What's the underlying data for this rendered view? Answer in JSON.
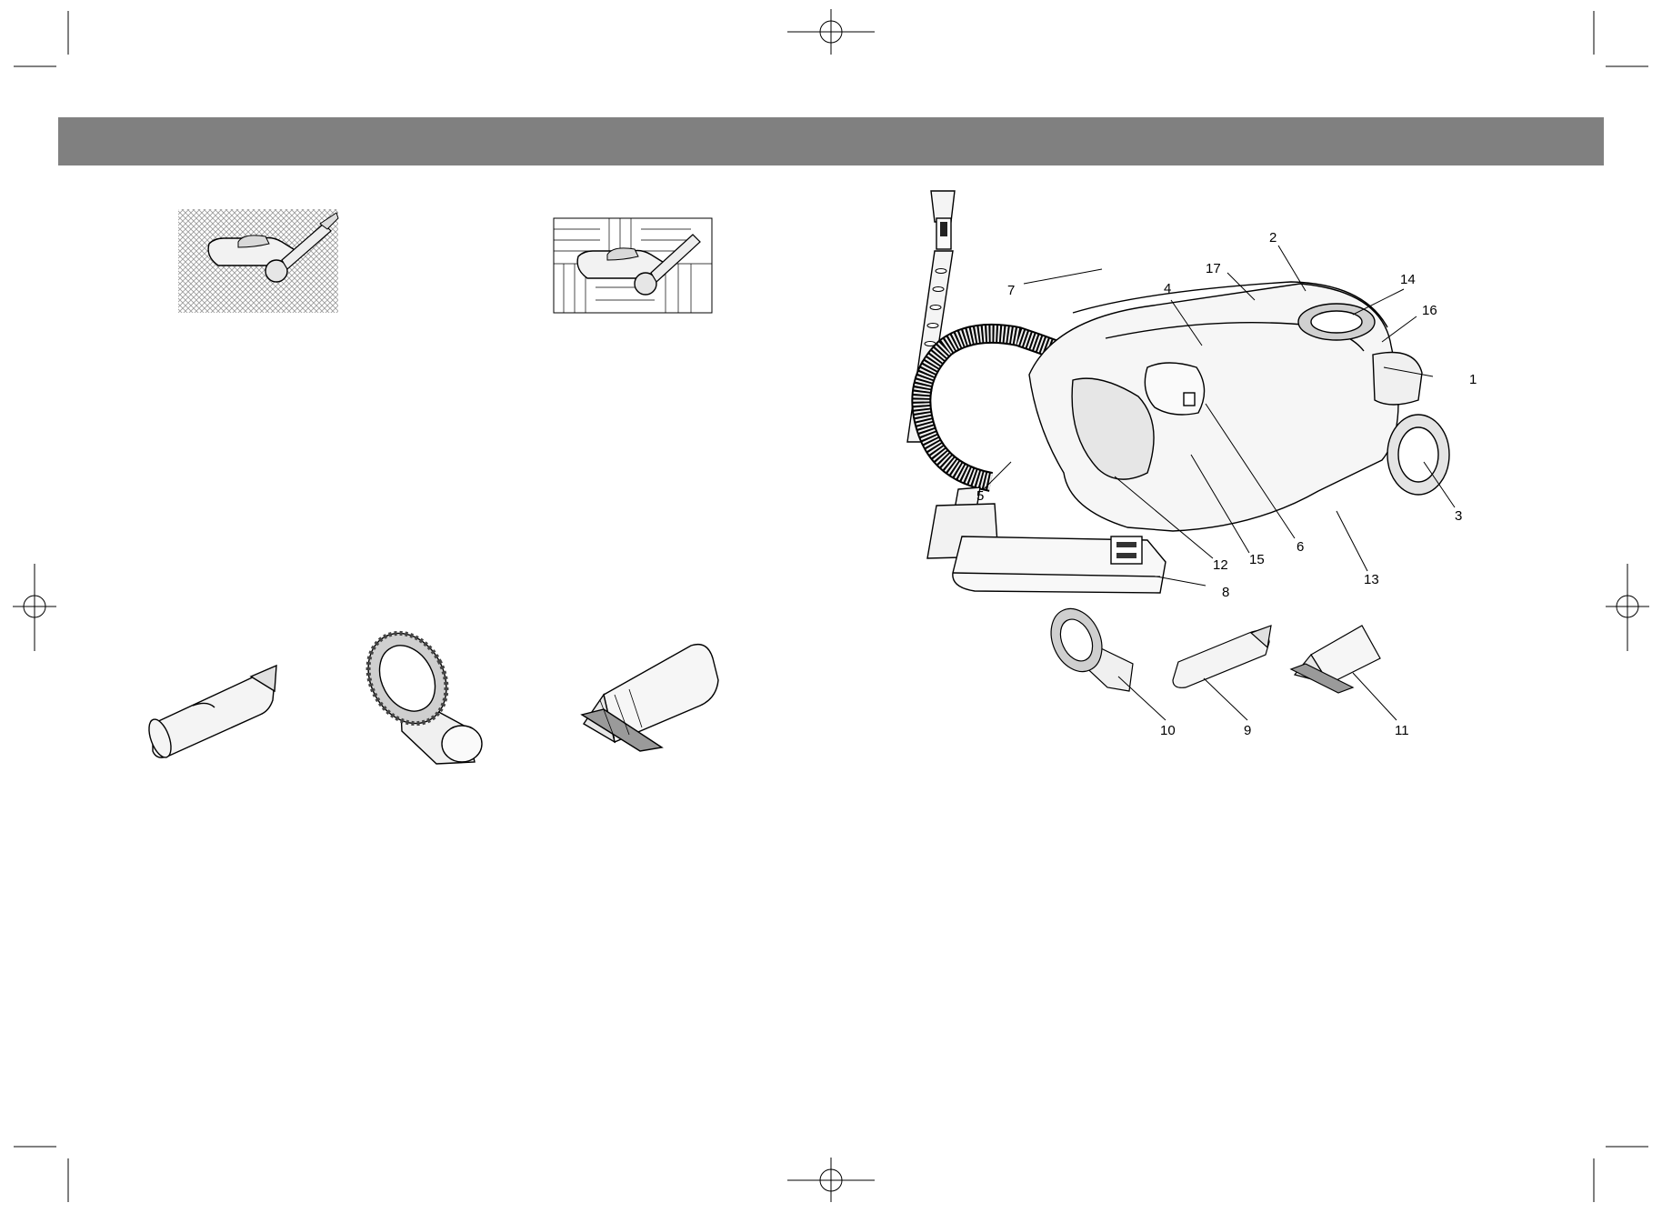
{
  "header_band": {
    "color": "#808080"
  },
  "callouts": {
    "c1": "1",
    "c2": "2",
    "c3": "3",
    "c4": "4",
    "c5": "5",
    "c6": "6",
    "c7": "7",
    "c8": "8",
    "c9": "9",
    "c10": "10",
    "c11": "11",
    "c12": "12",
    "c13": "13",
    "c14": "14",
    "c15": "15",
    "c16": "16",
    "c17": "17"
  }
}
